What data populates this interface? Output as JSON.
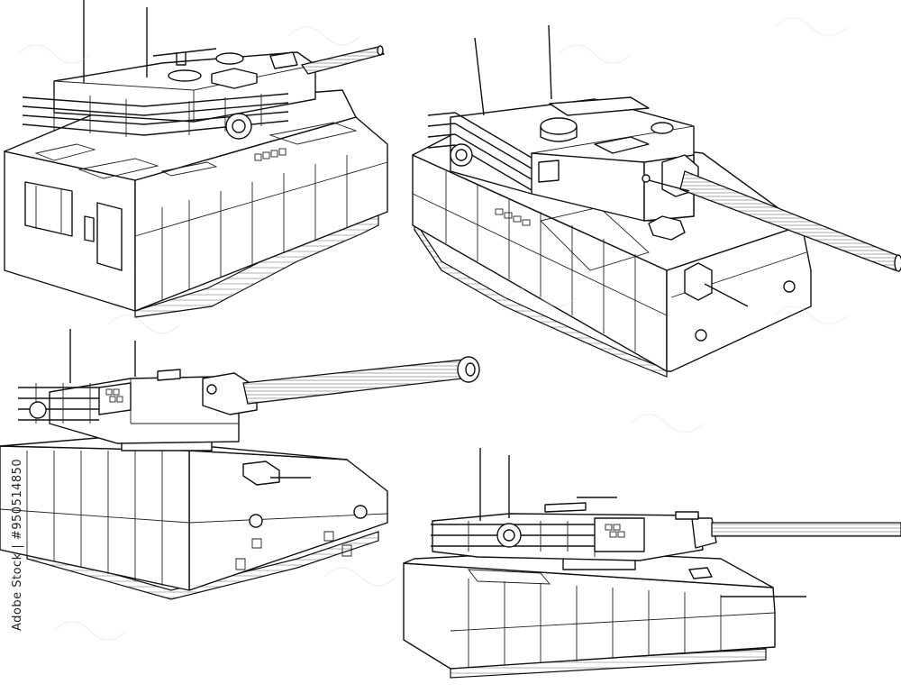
{
  "image": {
    "subject": "line-art-tanks",
    "stock_id_text": "Adobe Stock | #950514850",
    "colors": {
      "background": "#ffffff",
      "line": "#111111"
    },
    "views": [
      {
        "id": "rear-left-three-quarter"
      },
      {
        "id": "front-right-three-quarter"
      },
      {
        "id": "left-side-front"
      },
      {
        "id": "right-side-profile"
      }
    ]
  }
}
